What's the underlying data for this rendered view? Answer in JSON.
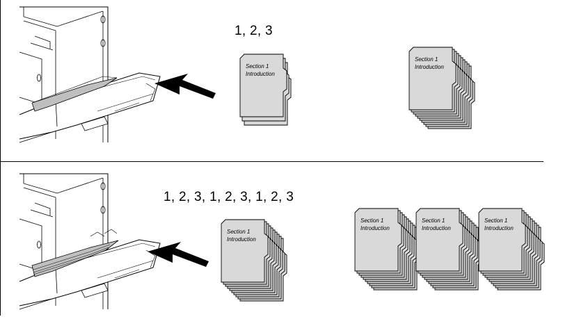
{
  "panels": [
    {
      "id": "top",
      "sequence_label": "1, 2, 3",
      "tab_labels": [
        {
          "line1": "Section 1",
          "line2": "Introduction"
        },
        {
          "line1": "Section 1",
          "line2": "Introduction"
        }
      ]
    },
    {
      "id": "bottom",
      "sequence_label": "1, 2, 3, 1, 2, 3, 1, 2, 3",
      "tab_labels": [
        {
          "line1": "Section 1",
          "line2": "Introduction"
        },
        {
          "line1": "Section 1",
          "line2": "Introduction"
        },
        {
          "line1": "Section 1",
          "line2": "Introduction"
        },
        {
          "line1": "Section 1",
          "line2": "Introduction"
        }
      ]
    }
  ],
  "colors": {
    "line": "#000000",
    "paper": "#d9d9d9",
    "background": "#ffffff"
  }
}
